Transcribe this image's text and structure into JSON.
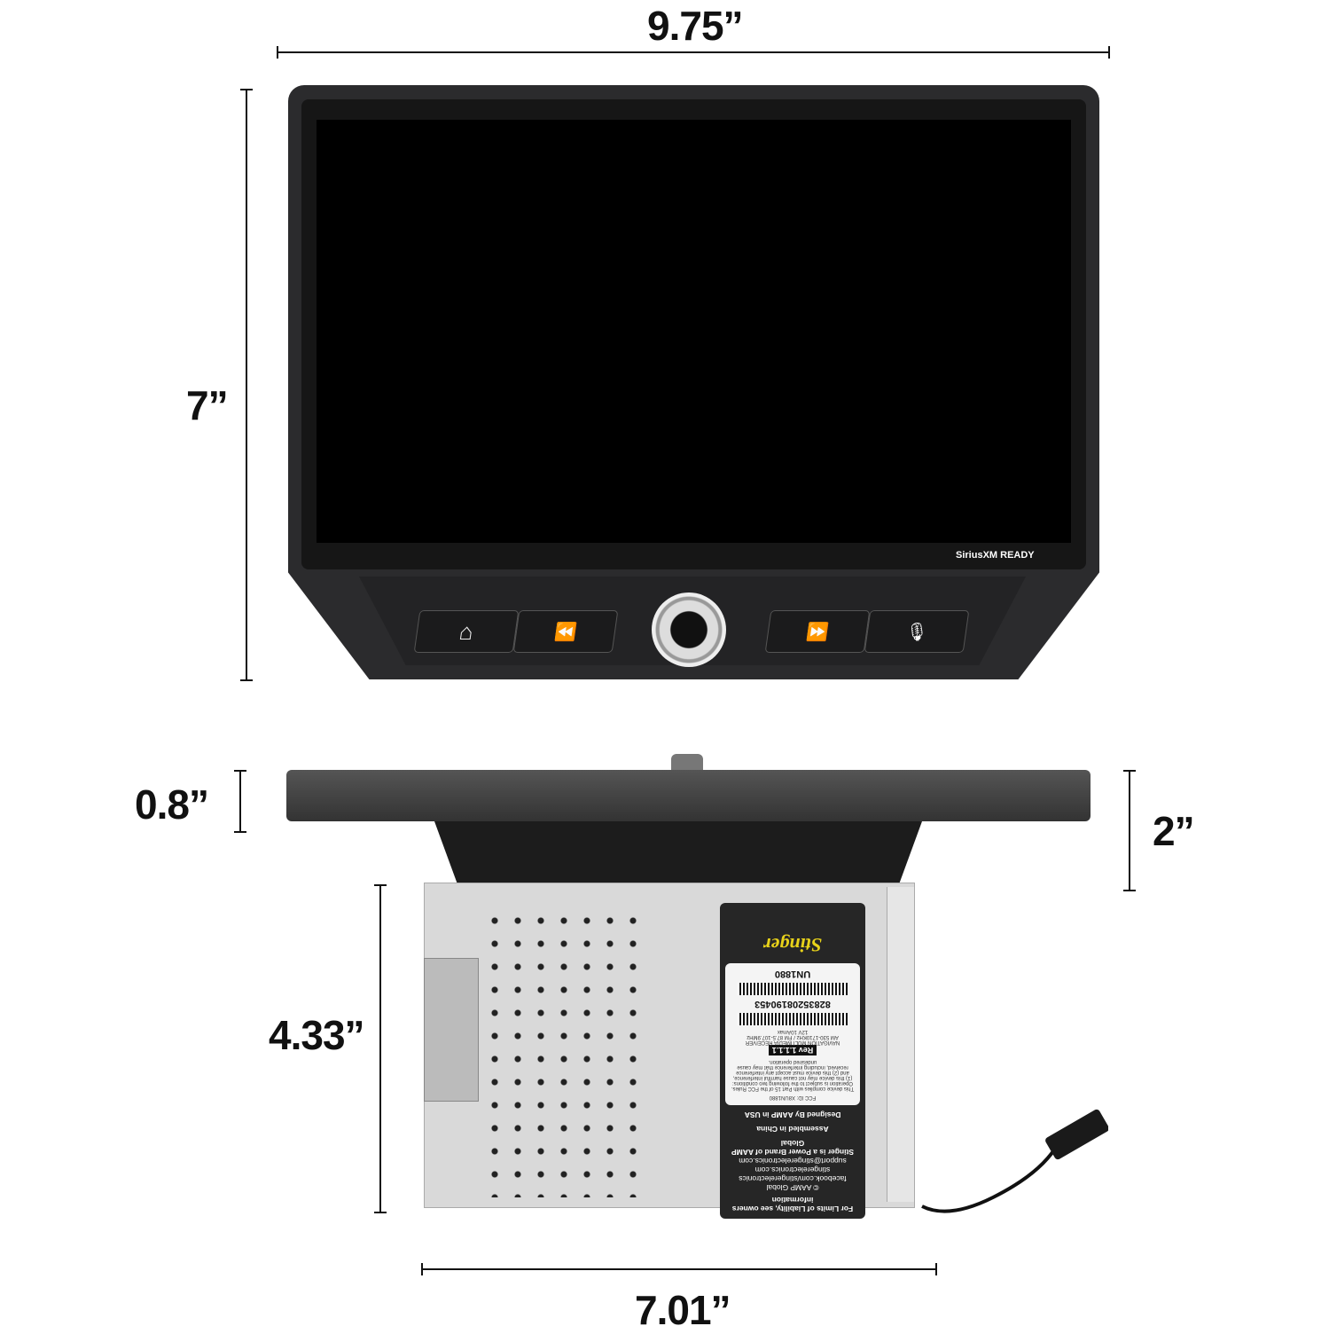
{
  "dimensions": {
    "width": "9.75”",
    "height": "7”",
    "faceplate_depth": "0.8”",
    "total_depth": "2”",
    "chassis_depth": "4.33”",
    "chassis_width": "7.01”"
  },
  "front": {
    "logo": "SiriusXM READY",
    "buttons": [
      {
        "icon": "home-icon",
        "glyph": "⌂"
      },
      {
        "icon": "rewind-icon",
        "glyph": "⏪"
      },
      {
        "icon": "fast-forward-icon",
        "glyph": "⏩"
      },
      {
        "icon": "microphone-icon",
        "glyph": "🎙"
      }
    ]
  },
  "label": {
    "notice": "For Limits of Liability, see owners information",
    "brand_lines": [
      "© AAMP Global",
      "facebook.com/stingerelectronics",
      "stingerelectronics.com",
      "support@stingerelectronics.com",
      "Stinger is a Power Brand of AAMP Global"
    ],
    "assembled": "Assembled in China",
    "designed": "Designed By AAMP in USA",
    "fcc": "FCC ID: X8UN1880",
    "fcc_text": "This device complies with Part 15 of the FCC Rules. Operation is subject to the following two conditions: (1) this device may not cause harmful interference, and (2) this device must accept any interference received, including interference that may cause undesired operation.",
    "rev": "Rev 1.1.1.1",
    "product": "NAVIGATION MULTIMEDIA RECEIVER",
    "bands": "AM 530-1710KHz / FM 87.5-107.9MHz",
    "power": "12V 10Amax",
    "barcode": "828352081904​53",
    "model": "UN1880",
    "logo": "Stinger"
  },
  "colors": {
    "bezel": "#2b2b2d",
    "screen": "#000000",
    "chassis": "#d9d9d9",
    "label_accent": "#e8d21a"
  }
}
